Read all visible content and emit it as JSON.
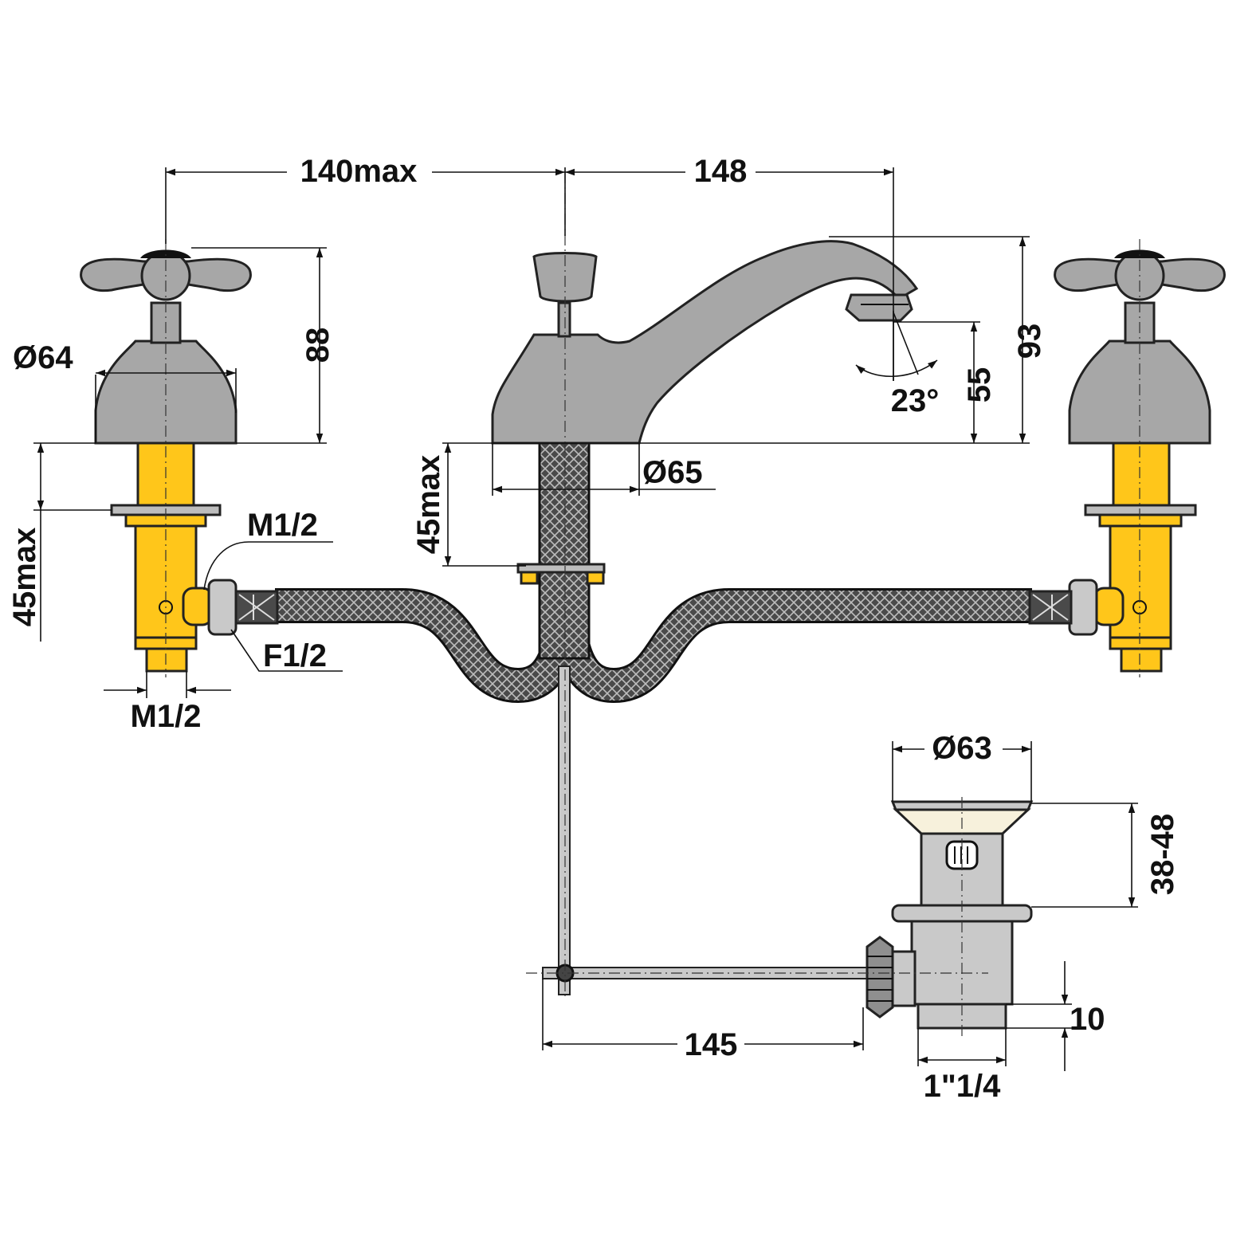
{
  "dimensions": {
    "width_140max": "140max",
    "width_148": "148",
    "height_88": "88",
    "dia_64": "Ø64",
    "shank_left_45max": "45max",
    "thread_m12_inlet": "M1/2",
    "thread_f12": "F1/2",
    "thread_m12_bottom": "M1/2",
    "spout_base_45max": "45max",
    "dia_65": "Ø65",
    "height_93": "93",
    "height_55": "55",
    "angle_23": "23°",
    "dia_63": "Ø63",
    "range_38_48": "38-48",
    "height_10": "10",
    "thread_1_1_4": "1\"1/4",
    "length_145": "145"
  },
  "colors": {
    "chrome": "#a7a7a7",
    "chrome_light": "#c9c9c9",
    "brass": "#ffc61a",
    "hose": "#4a4a4a",
    "gasket": "#f7f1dc",
    "line": "#111111"
  }
}
